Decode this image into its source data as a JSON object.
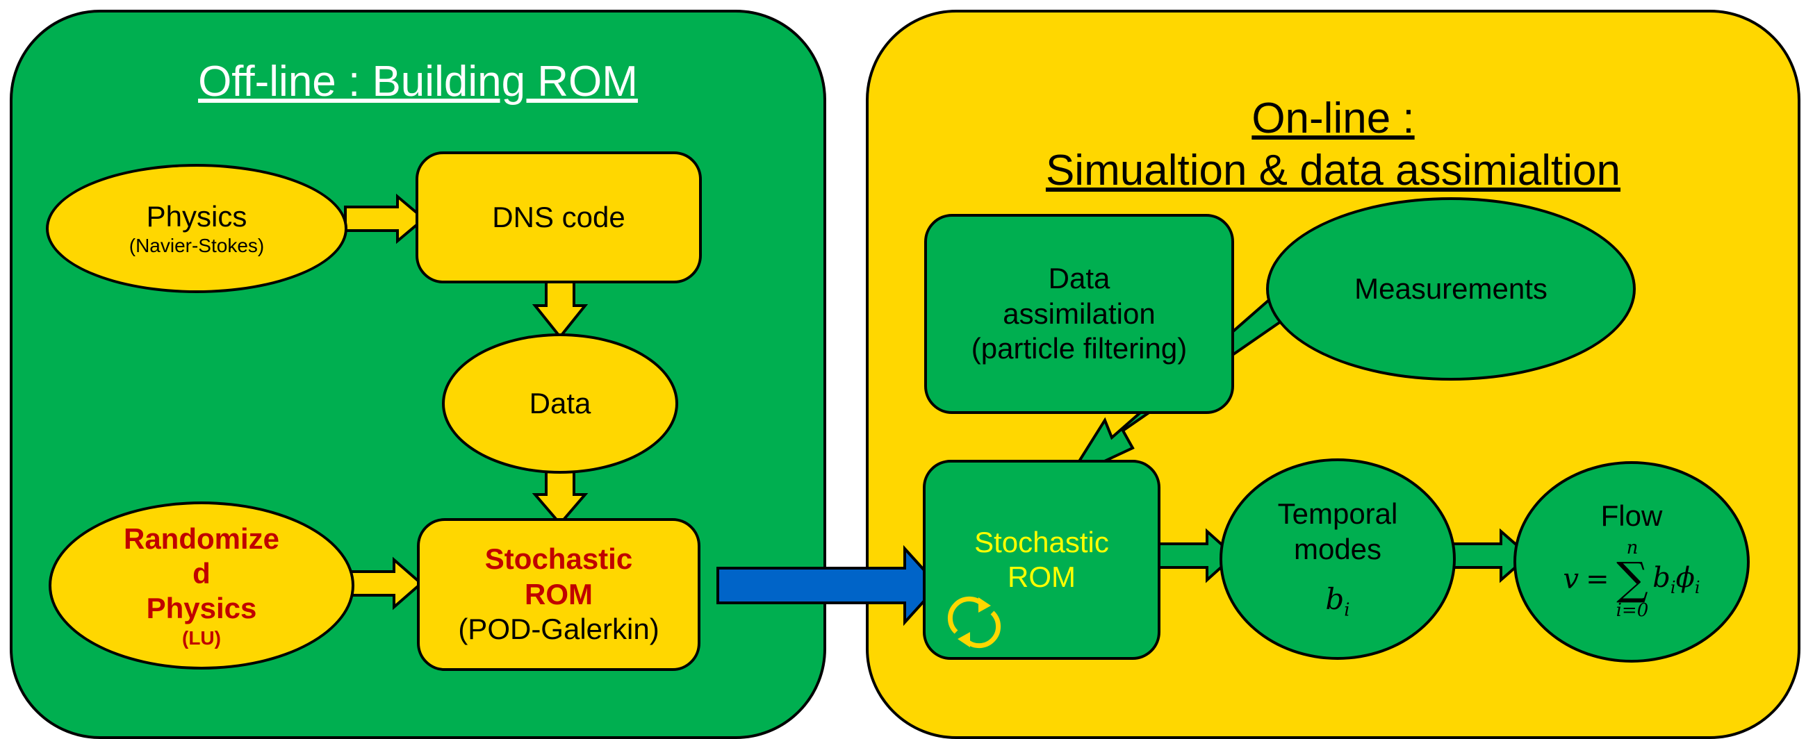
{
  "offline": {
    "title": "Off-line : Building ROM",
    "physics": {
      "label": "Physics",
      "sub": "(Navier-Stokes)"
    },
    "dns": {
      "label": "DNS code"
    },
    "data": {
      "label": "Data"
    },
    "randomized": {
      "lines": [
        "Randomize",
        "d",
        "Physics",
        "(LU)"
      ]
    },
    "stochastic_rom": {
      "line1": "Stochastic",
      "line2": "ROM",
      "line3": "(POD-Galerkin)"
    }
  },
  "online": {
    "title_line1": "On-line :",
    "title_line2": "Simualtion & data assimialtion",
    "data_assimilation": {
      "lines": [
        "Data",
        "assimilation",
        "(particle filtering)"
      ]
    },
    "measurements": {
      "label": "Measurements"
    },
    "stochastic_rom": {
      "line1": "Stochastic",
      "line2": "ROM"
    },
    "temporal_modes": {
      "line1": "Temporal",
      "line2": "modes",
      "var": "b",
      "sub": "i"
    },
    "flow": {
      "label": "Flow",
      "lhs": "v",
      "eq": "=",
      "sigma": "∑",
      "upper": "n",
      "lower": "i=0",
      "b": "b",
      "b_sub": "i",
      "phi": "ϕ",
      "phi_sub": "i"
    }
  },
  "colors": {
    "green": "#00AF50",
    "yellow": "#FFD700",
    "red_text": "#C00000",
    "blue_arrow": "#0064C8"
  }
}
